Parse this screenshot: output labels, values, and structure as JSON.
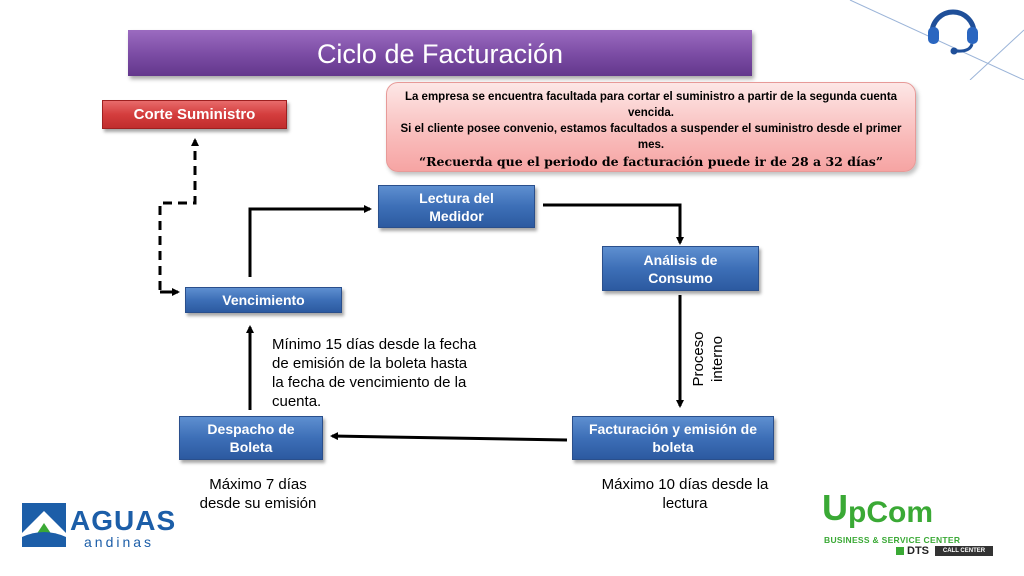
{
  "title": "Ciclo de Facturación",
  "note": {
    "line1": "La empresa se encuentra facultada para cortar el suministro a partir de la segunda cuenta vencida.",
    "line2": "Si el cliente posee convenio, estamos facultados a suspender el suministro desde el primer mes.",
    "quote": "“Recuerda que el periodo de facturación puede ir de 28 a 32 días”"
  },
  "nodes": {
    "corte": "Corte Suministro",
    "lectura": "Lectura del Medidor",
    "analisis": "Análisis de Consumo",
    "vencimiento": "Vencimiento",
    "despacho": "Despacho de Boleta",
    "facturacion": "Facturación y emisión de boleta"
  },
  "labels": {
    "minimo": "Mínimo 15 días desde la fecha de emisión de la boleta hasta la fecha de vencimiento de la cuenta.",
    "proceso": "Proceso interno",
    "maximo7": "Máximo 7 días desde su emisión",
    "maximo10": "Máximo 10 días desde la lectura"
  },
  "logos": {
    "aguas_main": "AGUAS",
    "aguas_sub": "andinas",
    "upcom_main": "pCom",
    "upcom_letter": "U",
    "upcom_sub": "BUSINESS & SERVICE CENTER",
    "dts": "DTS",
    "callcenter": "CALL CENTER"
  },
  "colors": {
    "title_bg": "#7a4ba3",
    "box_blue": "#3d6fb7",
    "box_red": "#d43d3d",
    "note_bg": "#f9bcbb",
    "aguas_blue": "#1c5ea8",
    "upcom_green": "#3aa935"
  }
}
